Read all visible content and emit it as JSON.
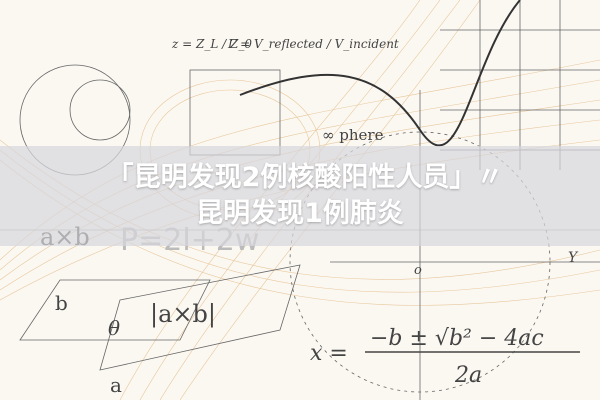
{
  "headline": {
    "line1": "「昆明发现2例核酸阳性人员」〃",
    "line2": "昆明发现1例肺炎"
  },
  "background_formulas": {
    "perimeter": "P=2l+2w",
    "cross": "a×b",
    "cross_abs": "|a×b|",
    "theta": "θ",
    "side_a": "a",
    "side_b": "b",
    "quadratic_lhs": "x =",
    "quadratic_num": "−b ± √b² − 4ac",
    "quadratic_den": "2a",
    "impedance": "z = Z_L / Z_0",
    "gamma": "Γ = V_reflected / V_incident",
    "sphere": "∞ phere",
    "axis_y": "Y",
    "origin": "o"
  },
  "colors": {
    "band": "#d7d7dc",
    "text": "#ffffff",
    "curves": "#e0b47a",
    "ink": "#444444"
  }
}
